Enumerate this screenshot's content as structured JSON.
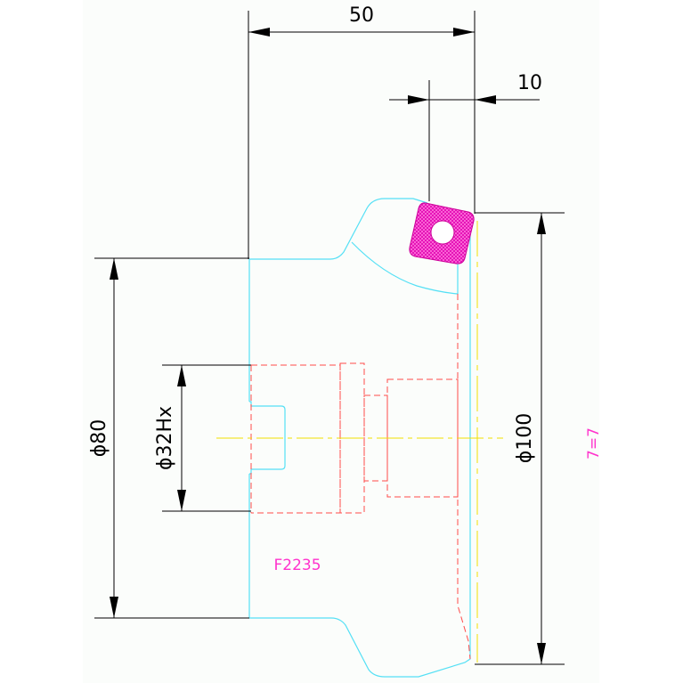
{
  "drawing": {
    "dimensions": {
      "width_top": "50",
      "insert_offset": "10",
      "dia_outer": "ϕ100",
      "dia_flange": "ϕ80",
      "dia_bore": "ϕ32Hx"
    },
    "part_code": "F2235",
    "side_note": "7=7"
  },
  "colors": {
    "paper": "#fbfdfb",
    "dimension": "#000000",
    "outline": "#55e0f5",
    "hidden": "#ff4a4a",
    "center": "#f0e000",
    "insert": "#ff33cc"
  }
}
